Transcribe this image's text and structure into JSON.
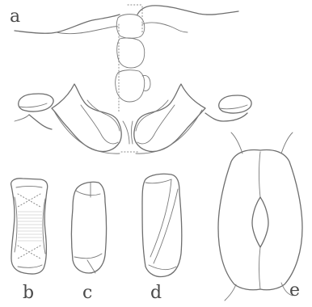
{
  "figure": {
    "panels": [
      {
        "id": "a",
        "label": "a"
      },
      {
        "id": "b",
        "label": "b"
      },
      {
        "id": "c",
        "label": "c"
      },
      {
        "id": "d",
        "label": "d"
      },
      {
        "id": "e",
        "label": "e"
      }
    ]
  }
}
